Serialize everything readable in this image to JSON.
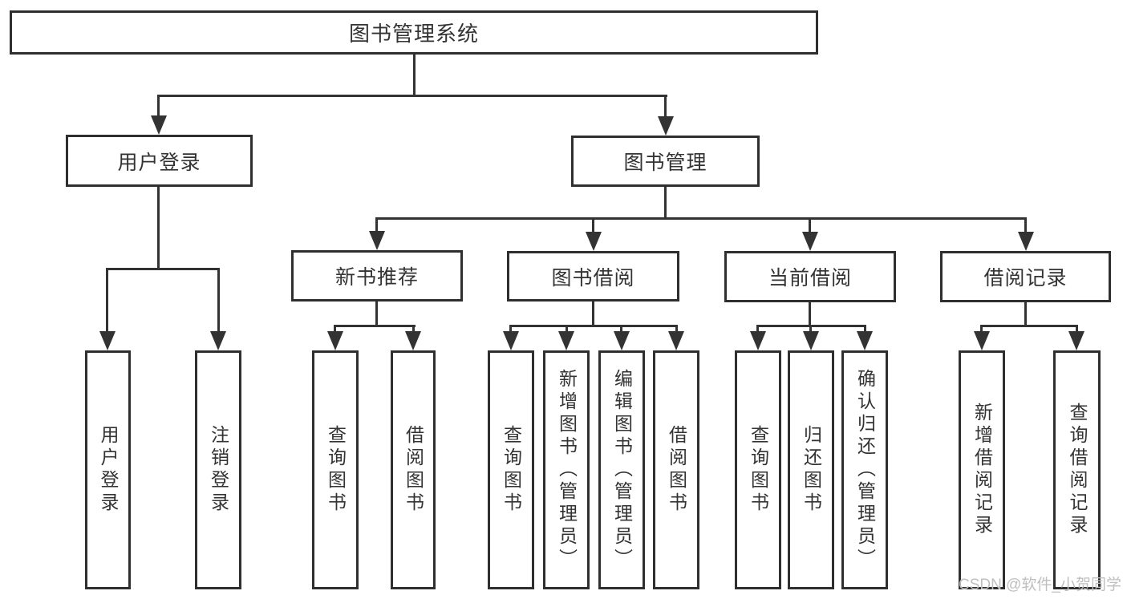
{
  "diagram": {
    "title": "图书管理系统",
    "user_login": {
      "label": "用户登录",
      "children": [
        "用户登录",
        "注销登录"
      ]
    },
    "book_mgmt": {
      "label": "图书管理",
      "sections": {
        "new_book": {
          "label": "新书推荐",
          "children": [
            "查询图书",
            "借阅图书"
          ]
        },
        "borrow": {
          "label": "图书借阅",
          "children": [
            "查询图书",
            "新增图书（管理员）",
            "编辑图书（管理员）",
            "借阅图书"
          ]
        },
        "current": {
          "label": "当前借阅",
          "children": [
            "查询图书",
            "归还图书",
            "确认归还（管理员）"
          ]
        },
        "records": {
          "label": "借阅记录",
          "children": [
            "新增借阅记录",
            "查询借阅记录"
          ]
        }
      }
    }
  },
  "watermark": "CSDN @软件_小贺同学",
  "colors": {
    "line": "#333333",
    "box_border": "#2f2f2f",
    "box_fill": "#ffffff",
    "text": "#333333",
    "watermark": "#bfbfbf",
    "background": "#ffffff"
  }
}
